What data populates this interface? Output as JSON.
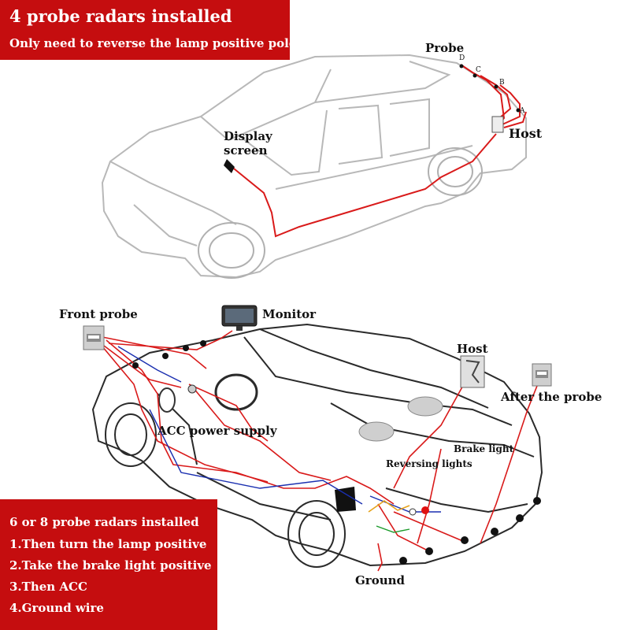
{
  "header": {
    "title": "4 probe radars installed",
    "subtitle": "Only need to reverse the lamp positive pole"
  },
  "top_diagram": {
    "probe_label": "Probe",
    "probe_letters": [
      "D",
      "C",
      "B",
      "A"
    ],
    "host_label": "Host",
    "display_label_line1": "Display",
    "display_label_line2": "screen"
  },
  "bottom_diagram": {
    "front_probe_label": "Front probe",
    "monitor_label": "Monitor",
    "host_label": "Host",
    "after_probe_label": "After the probe",
    "acc_label": "ACC power supply",
    "brake_light_label": "Brake light",
    "reversing_lights_label": "Reversing lights",
    "ground_label": "Ground"
  },
  "footer_panel": {
    "title": "6 or 8 probe radars installed",
    "steps": [
      "1.Then turn the lamp positive",
      "2.Take the brake light positive",
      "3.Then ACC",
      "4.Ground wire"
    ]
  },
  "colors": {
    "panel_red": "#c50d0f",
    "wire_red": "#d91a1a",
    "car_outline": "#b5b5b5"
  }
}
